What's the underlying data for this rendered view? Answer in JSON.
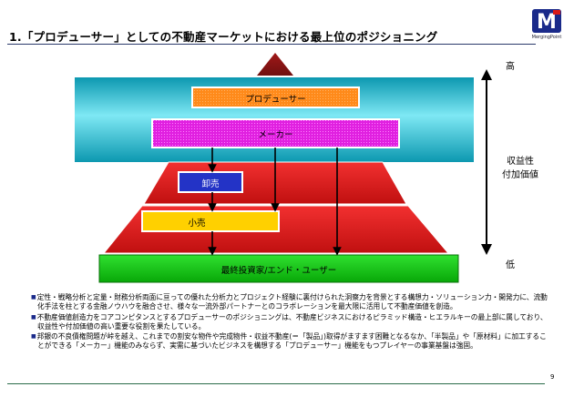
{
  "header": {
    "title": "1.「プロデューサー」としての不動産マーケットにおける最上位のポジショニング",
    "logo_mark": "M",
    "logo_text": "MergingPoint"
  },
  "pyramid": {
    "producer": "プロデューサー",
    "maker": "メーカー",
    "wholesale": "卸売",
    "retail": "小売",
    "end_user": "最終投資家/エンド・ユーザー"
  },
  "axis": {
    "top": "高",
    "mid_line1": "収益性",
    "mid_line2": "付加価値",
    "bottom": "低"
  },
  "bullets": [
    "定性・戦略分析と定量・財務分析両面に亘っての優れた分析力とプロジェクト経験に裏付けられた洞察力を背景とする構想力・ソリューション力・開発力に、流動化手法を柱とする金融ノウハウを融合させ、様々な一流外部パートナーとのコラボレーションを最大限に活用して不動産価値を創造。",
    "不動産価値創造力をコアコンピタンスとするプロデューサーのポジショニングは、不動産ビジネスにおけるピラミッド構造・ヒエラルキーの最上部に属しており、収益性や付加価値の高い重要な役割を果たしている。",
    "邦銀の不良債権問題が峠を越え、これまでの割安な物件や完成物件・収益不動産(＝「製品」)取得がますます困難となるなか、「半製品」や「原材料」に加工することができる「メーカー」機能のみならず、実需に基づいたビジネスを構想する「プロデューサー」機能をもつプレイヤーの事業基盤は強固。"
  ],
  "page_number": "9",
  "colors": {
    "producer": "#ff8c1a",
    "maker": "#e020e0",
    "band_cyan": "#20c4d8",
    "band_red": "#d81818",
    "wholesale": "#2030c8",
    "retail": "#ffd000",
    "end_user": "#10c010",
    "top_triangle": "#8a1010"
  }
}
